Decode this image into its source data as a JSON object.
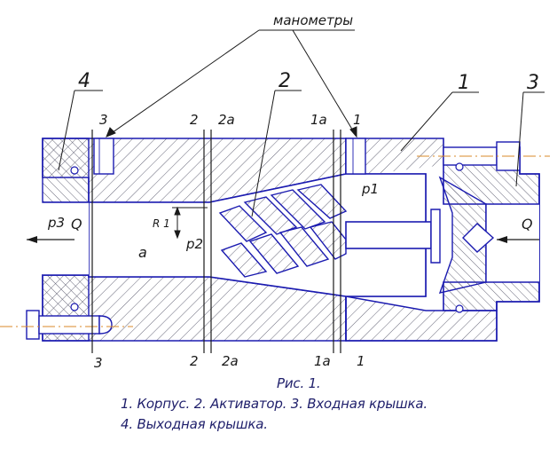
{
  "labels": {
    "manometers": "манометры",
    "part_4": "4",
    "part_2": "2",
    "part_1": "1",
    "part_3": "3",
    "sec3_top": "3",
    "sec2_top": "2",
    "sec2a_top": "2a",
    "sec1a_top": "1a",
    "sec1_top": "1",
    "sec3_bot": "3",
    "sec2_bot": "2",
    "sec2a_bot": "2a",
    "sec1a_bot": "1a",
    "sec1_bot": "1",
    "p3": "p3",
    "q_left": "Q",
    "r1": "R 1",
    "a": "a",
    "p2": "p2",
    "p1": "p1",
    "q_right": "Q"
  },
  "caption": {
    "figure": "Рис. 1.",
    "line1": "1. Корпус. 2. Активатор. 3. Входная крышка.",
    "line2": "4. Выходная крышка."
  },
  "colors": {
    "outline": "#1b1bb0",
    "hatch": "#5a5a6a",
    "axis": "#d98a2a",
    "leader": "#1a1a1a",
    "text": "#1a1a1a"
  }
}
